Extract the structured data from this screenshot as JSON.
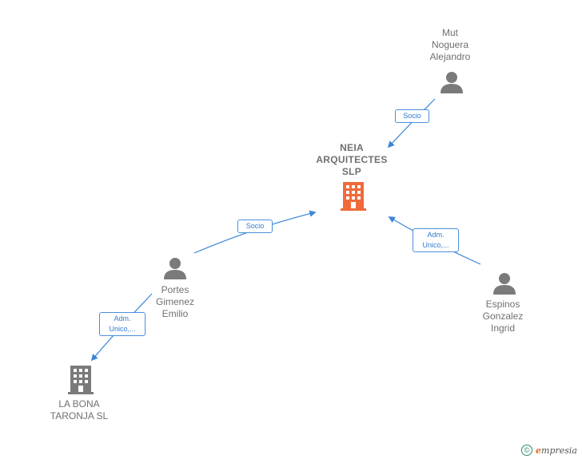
{
  "nodes": {
    "center": {
      "name": "NEIA\nARQUITECTES\nSLP",
      "color": "#f06a3a"
    },
    "mut": {
      "name": "Mut\nNoguera\nAlejandro"
    },
    "portes": {
      "name": "Portes\nGimenez\nEmilio"
    },
    "espinos": {
      "name": "Espinos\nGonzalez\nIngrid"
    },
    "labona": {
      "name": "LA BONA\nTARONJA  SL"
    }
  },
  "edges": {
    "mut_center": "Socio",
    "portes_center": "Socio",
    "espinos_center": "Adm.\nUnico,...",
    "portes_labona": "Adm.\nUnico,..."
  },
  "colors": {
    "edge": "#3a86d8",
    "person": "#7a7a7a",
    "company": "#7a7a7a"
  },
  "footer": {
    "copyright": "©",
    "brand_initial": "e",
    "brand_rest": "mpresia"
  }
}
